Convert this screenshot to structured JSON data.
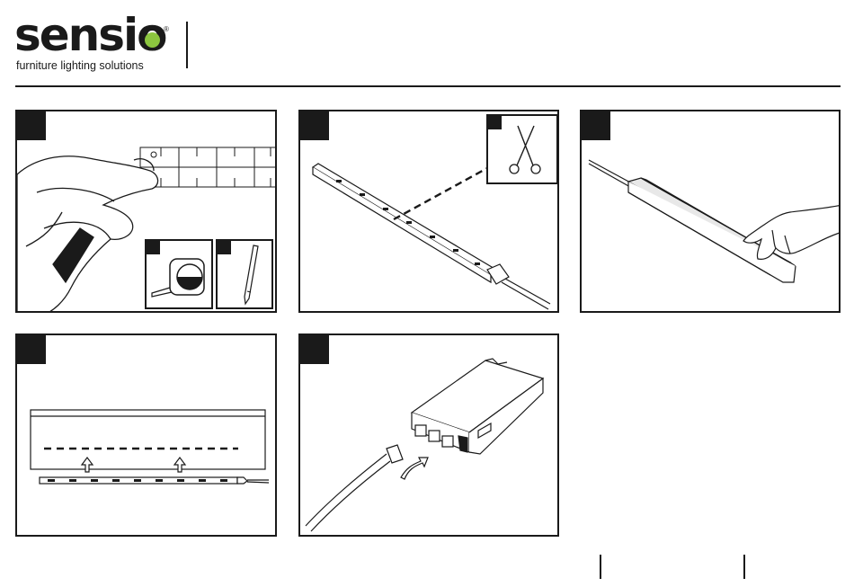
{
  "header": {
    "brand_name": "sensio",
    "registered_mark": "®",
    "tagline": "furniture lighting solutions",
    "brand_accent": "#8cc63f"
  },
  "panels": [
    {
      "id": "step-1",
      "icons": [
        "hand-icon",
        "measuring-tape-icon",
        "tape-measure-icon",
        "pencil-icon"
      ]
    },
    {
      "id": "step-2",
      "icons": [
        "led-strip-icon",
        "scissors-icon"
      ]
    },
    {
      "id": "step-3",
      "icons": [
        "led-strip-icon",
        "hand-icon"
      ]
    },
    {
      "id": "step-4",
      "icons": [
        "cabinet-icon",
        "arrow-up-icon",
        "led-strip-icon"
      ]
    },
    {
      "id": "step-5",
      "icons": [
        "driver-box-icon",
        "connector-icon",
        "arrow-icon"
      ]
    }
  ],
  "colors": {
    "ink": "#1a1a1a",
    "paper": "#ffffff"
  }
}
